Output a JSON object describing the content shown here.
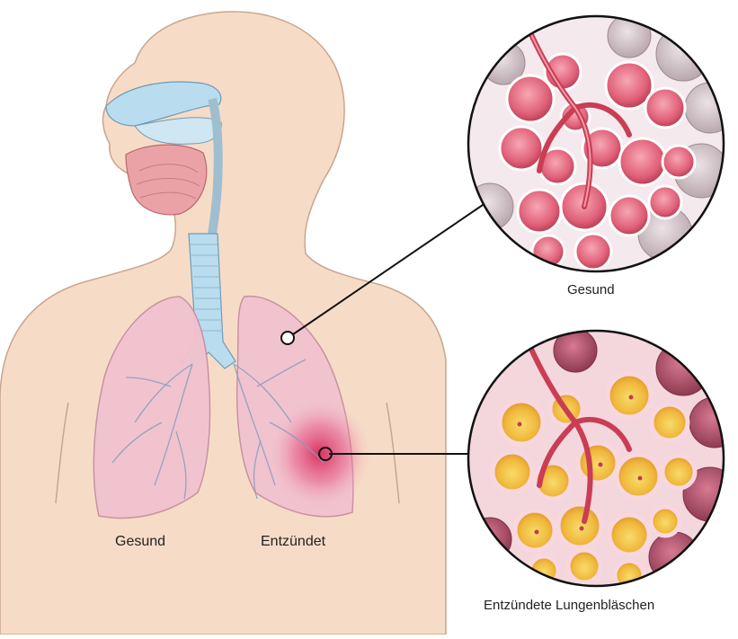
{
  "labels": {
    "left_lung_healthy": "Gesund",
    "right_lung_inflamed": "Entzündet",
    "healthy_alveoli": "Gesund",
    "inflamed_alveoli": "Entzündete Lungenbläschen"
  },
  "colors": {
    "skin": "#f6dcc7",
    "skin_outline": "#c9a58f",
    "airway_blue": "#b9dcef",
    "lung_pink": "#f1c2cf",
    "inflammation": "#d9285a",
    "alveoli_healthy": "#e66a80",
    "alveoli_inflamed_fill": "#f3c64b",
    "vessel": "#c93d55",
    "callout_line": "#111111"
  }
}
